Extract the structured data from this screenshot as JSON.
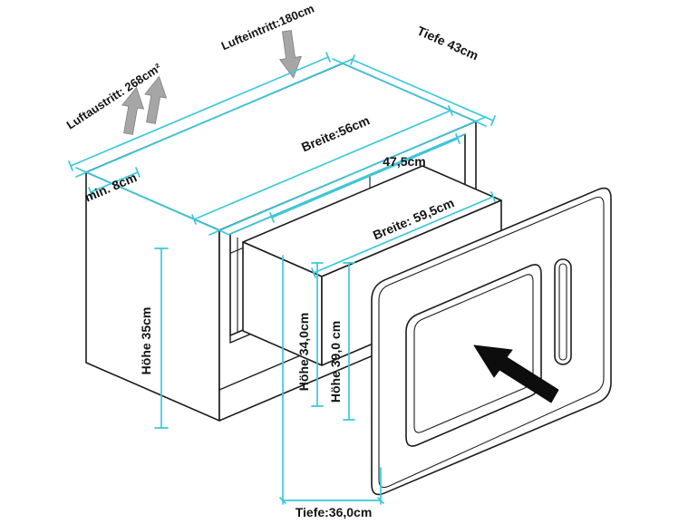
{
  "diagram": {
    "colors": {
      "background": "#ffffff",
      "outline": "#1c1c1c",
      "dimension_line": "#3cc8da",
      "airflow_arrow": "#a6a6a6",
      "insert_arrow": "#0d0d0d"
    },
    "labels": {
      "luftaustritt": "Luftaustritt: 268cm²",
      "lufteintritt": "Lufteintritt:180cm",
      "tiefe_cabinet": "Tiefe 43cm",
      "breite_cabinet": "Breite:56cm",
      "min_gap": "min. 8cm",
      "hoehe_niche": "Höhe 35cm",
      "breite_body": "47,5cm",
      "breite_device": "Breite: 59,5cm",
      "hoehe_body": "Höhe 34,0cm",
      "hoehe_device": "Höhe 39,0 cm",
      "tiefe_body": "Tiefe:36,0cm"
    }
  }
}
